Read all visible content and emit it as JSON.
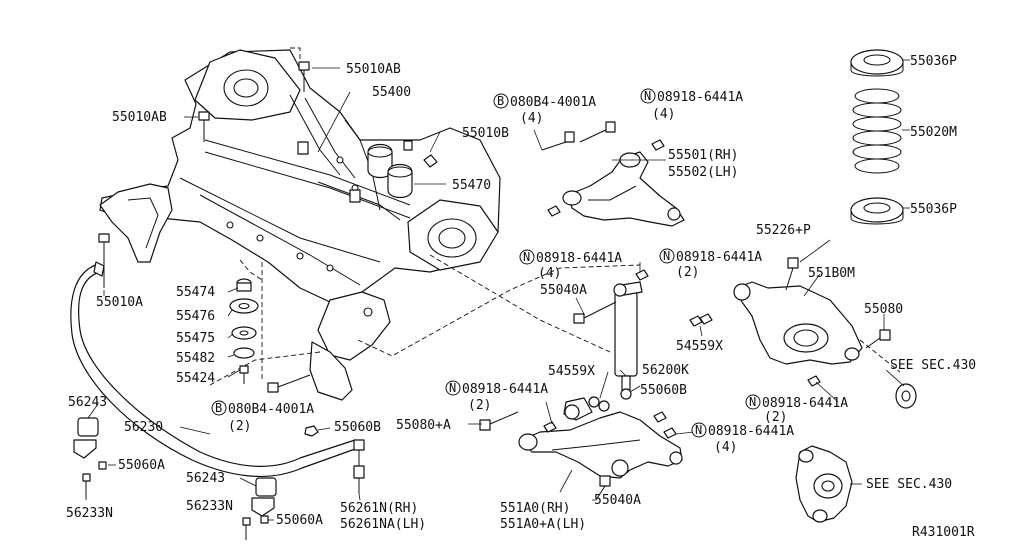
{
  "diagram_id": "R431001R",
  "labels": {
    "p55010AB_top": "55010AB",
    "p55010AB_left": "55010AB",
    "p55400": "55400",
    "p55010B": "55010B",
    "p55470": "55470",
    "p55010A": "55010A",
    "p55474": "55474",
    "p55476": "55476",
    "p55475": "55475",
    "p55482": "55482",
    "p55424": "55424",
    "p56243_a": "56243",
    "p56230": "56230",
    "p55060A_a": "55060A",
    "p56233N_a": "56233N",
    "p56243_b": "56243",
    "p56233N_b": "56233N",
    "p55060A_b": "55060A",
    "p55060B_a": "55060B",
    "p56261N": "56261N(RH)",
    "p56261NA": "56261NA(LH)",
    "bolt_080B4_a": "080B4-4001A",
    "bolt_080B4_a_qty": "(4)",
    "nut_08918_a": "08918-6441A",
    "nut_08918_a_qty": "(4)",
    "p55501": "55501(RH)",
    "p55502": "55502(LH)",
    "nut_08918_b": "08918-6441A",
    "nut_08918_b_qty": "(4)",
    "p55040A_a": "55040A",
    "nut_08918_c": "08918-6441A",
    "nut_08918_c_qty": "(2)",
    "p55226P": "55226+P",
    "p551B0M": "551B0M",
    "p55080": "55080",
    "p54559X_a": "54559X",
    "p54559X_b": "54559X",
    "p56200K": "56200K",
    "p55060B_b": "55060B",
    "see_sec_430_a": "SEE SEC.430",
    "nut_08918_d": "08918-6441A",
    "nut_08918_d_qty": "(2)",
    "nut_08918_e": "08918-6441A",
    "nut_08918_e_qty": "(2)",
    "p55080A": "55080+A",
    "nut_08918_f": "08918-6441A",
    "nut_08918_f_qty": "(4)",
    "bolt_080B4_b": "080B4-4001A",
    "bolt_080B4_b_qty": "(2)",
    "p551A0": "551A0(RH)",
    "p551A0A": "551A0+A(LH)",
    "p55040A_b": "55040A",
    "see_sec_430_b": "SEE SEC.430",
    "p55036P_top": "55036P",
    "p55020M": "55020M",
    "p55036P_bot": "55036P"
  },
  "markers": {
    "bolt": "B",
    "nut": "N"
  }
}
